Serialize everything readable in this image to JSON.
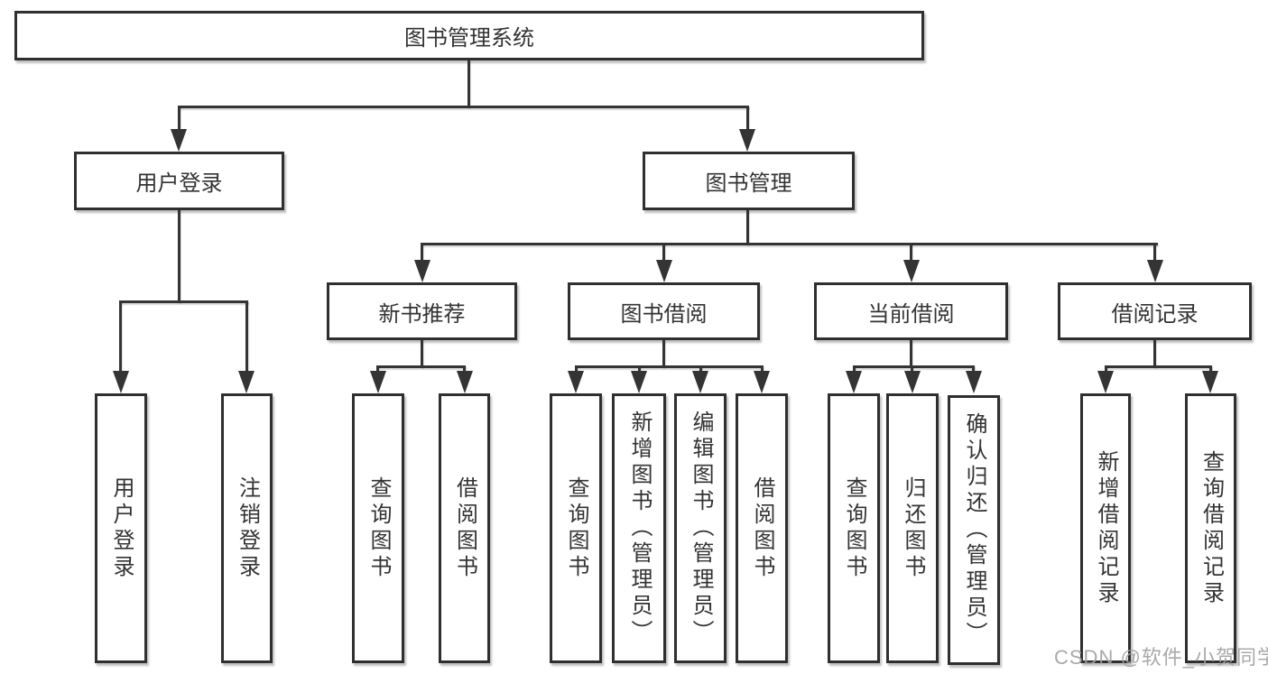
{
  "colors": {
    "line": "#343434",
    "box_border": "#2f2f2f",
    "box_fill": "#ffffff",
    "text": "#333333",
    "watermark": "#a2a2a2",
    "background": "#ffffff"
  },
  "diagram": {
    "root": {
      "label": "图书管理系统"
    },
    "level2": [
      {
        "label": "用户登录"
      },
      {
        "label": "图书管理"
      }
    ],
    "level3": [
      {
        "label": "新书推荐"
      },
      {
        "label": "图书借阅"
      },
      {
        "label": "当前借阅"
      },
      {
        "label": "借阅记录"
      }
    ],
    "leaves": {
      "user_login": [
        {
          "label": "用户登录"
        },
        {
          "label": "注销登录"
        }
      ],
      "new_book_recommend": [
        {
          "label": "查询图书"
        },
        {
          "label": "借阅图书"
        }
      ],
      "book_borrow": [
        {
          "label": "查询图书"
        },
        {
          "label": "新增图书（管理员）"
        },
        {
          "label": "编辑图书（管理员）"
        },
        {
          "label": "借阅图书"
        }
      ],
      "current_borrow": [
        {
          "label": "查询图书"
        },
        {
          "label": "归还图书"
        },
        {
          "label": "确认归还（管理员）"
        }
      ],
      "borrow_records": [
        {
          "label": "新增借阅记录"
        },
        {
          "label": "查询借阅记录"
        }
      ]
    }
  },
  "watermark": {
    "text": "CSDN @软件_小贺同学"
  }
}
